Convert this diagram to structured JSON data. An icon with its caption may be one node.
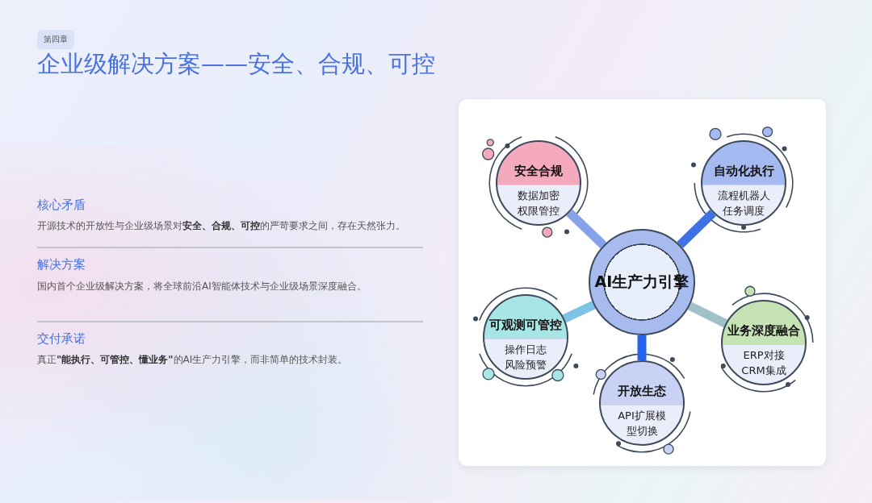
{
  "diagram": {
    "title": "企业级解决方案——安全、合规、可控",
    "nodes": [
      {
        "text": [
          "AI生产力引擎"
        ]
      },
      {
        "text": [
          "安全合规",
          "数据加密权限管控"
        ]
      },
      {
        "text": [
          "自动化执行",
          "流程机器人任务调度"
        ]
      },
      {
        "text": [
          "可观测可管控",
          "操作日志风险预警"
        ]
      },
      {
        "text": [
          "开放生态",
          "API扩展模型切换"
        ]
      },
      {
        "text": [
          "业务深度融合",
          "ERP对接CRM集成"
        ]
      }
    ],
    "edges": [
      {
        "from": 0,
        "to": 1,
        "arrow": "none",
        "color": "#86a2ea"
      },
      {
        "from": 0,
        "to": 2,
        "arrow": "none",
        "color": "#3f70e4"
      },
      {
        "from": 0,
        "to": 3,
        "arrow": "none",
        "color": "#7cc3e6"
      },
      {
        "from": 0,
        "to": 4,
        "arrow": "none",
        "color": "#2563eb"
      },
      {
        "from": 0,
        "to": 5,
        "arrow": "none",
        "color": "#9ec2c8"
      }
    ],
    "labels": [
      "第四章",
      "核心矛盾",
      "开源技术的开放性与企业级场景对**安全、合规、可控**的严苛要求之间，存在天然张力。",
      "解决方案",
      "国内首个企业级解决方案，将全球前沿AI智能体技术与企业级场景深度融合。",
      "交付承诺",
      "真正**\"能执行、可管控、懂业务\"**的AI生产力引擎，而非简单的技术封装。"
    ]
  }
}
